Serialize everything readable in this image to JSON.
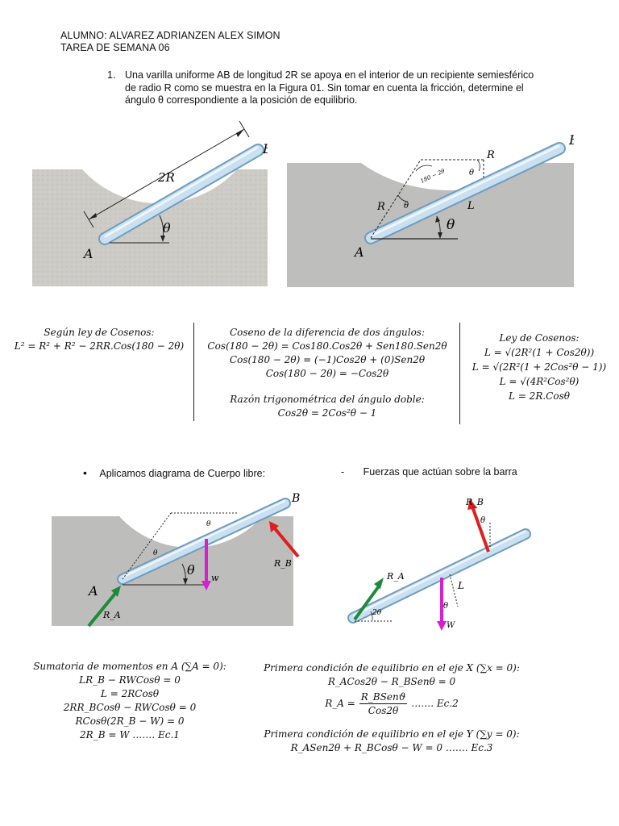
{
  "header": {
    "student": "ALUMNO: ALVAREZ ADRIANZEN ALEX SIMON",
    "task": "TAREA DE SEMANA 06"
  },
  "problem": {
    "number": "1.",
    "text": "Una varilla uniforme AB de longitud 2R se apoya en el interior de un recipiente semiesférico de radio R como se muestra en la Figura 01. Sin tomar en cuenta la fricción, determine el ángulo θ correspondiente a la posición de equilibrio."
  },
  "figure1": {
    "len_label": "2R",
    "a": "A",
    "b": "B",
    "theta": "θ"
  },
  "figure2": {
    "a": "A",
    "b": "B",
    "r_top": "R",
    "r_left": "R",
    "l": "L",
    "theta": "θ",
    "theta_small1": "θ",
    "theta_small2": "θ",
    "angle_label": "180 − 2θ"
  },
  "cosines": {
    "title": "Según ley de Cosenos:",
    "eq": "L² = R² + R² − 2RR.Cos(180 − 2θ)"
  },
  "difference": {
    "title": "Coseno de la diferencia de dos ángulos:",
    "l1": "Cos(180 − 2θ) = Cos180.Cos2θ + Sen180.Sen2θ",
    "l2": "Cos(180 − 2θ) = (−1)Cos2θ + (0)Sen2θ",
    "l3": "Cos(180 − 2θ) = −Cos2θ",
    "title2": "Razón trigonométrica del ángulo doble:",
    "l4": "Cos2θ = 2Cos²θ − 1"
  },
  "lawcos": {
    "title": "Ley de Cosenos:",
    "l1": "L = √(2R²(1 + Cos2θ))",
    "l2": "L = √(2R²(1 + 2Cos²θ − 1))",
    "l3": "L = √(4R²Cos²θ)",
    "l4": "L = 2R.Cosθ"
  },
  "bullets": {
    "left": "Aplicamos diagrama de Cuerpo libre:",
    "right_dash": "-",
    "right": "Fuerzas que actúan sobre la barra"
  },
  "figure3": {
    "a": "A",
    "b": "B",
    "ra": "R_A",
    "rb": "R_B",
    "w": "w",
    "theta": "θ",
    "theta_s1": "θ",
    "theta_s2": "θ"
  },
  "figure4": {
    "ra": "R_A",
    "rb": "R_B",
    "w": "W",
    "l": "L",
    "theta1": "θ",
    "theta2": "θ",
    "two_theta": "2θ"
  },
  "moments": {
    "title": "Sumatoria de momentos en A (∑A = 0):",
    "l1": "LR_B − RWCosθ = 0",
    "l2": "L = 2RCosθ",
    "l3": "2RR_BCosθ − RWCosθ = 0",
    "l4": "RCosθ(2R_B − W) = 0",
    "l5": "2R_B = W ……. Ec.1"
  },
  "eqx": {
    "title": "Primera condición de equilibrio en el eje X (∑x = 0):",
    "l1": "R_ACos2θ − R_BSenθ = 0",
    "l2_lhs": "R_A =",
    "l2_num": "R_BSenϑ",
    "l2_den": "Cos2θ",
    "l2_tail": "……. Ec.2"
  },
  "eqy": {
    "title": "Primera condición de equilibrio en el eje Y (∑y = 0):",
    "l1": "R_ASen2θ + R_BCosθ − W = 0 ……. Ec.3"
  },
  "colors": {
    "bowl": "#c8c8c6",
    "rod": "#bcd6ea",
    "rod_edge": "#6f9cbf",
    "ra_arrow": "#1e8a3c",
    "rb_arrow": "#e01e1e",
    "w_arrow": "#d61fd0"
  }
}
